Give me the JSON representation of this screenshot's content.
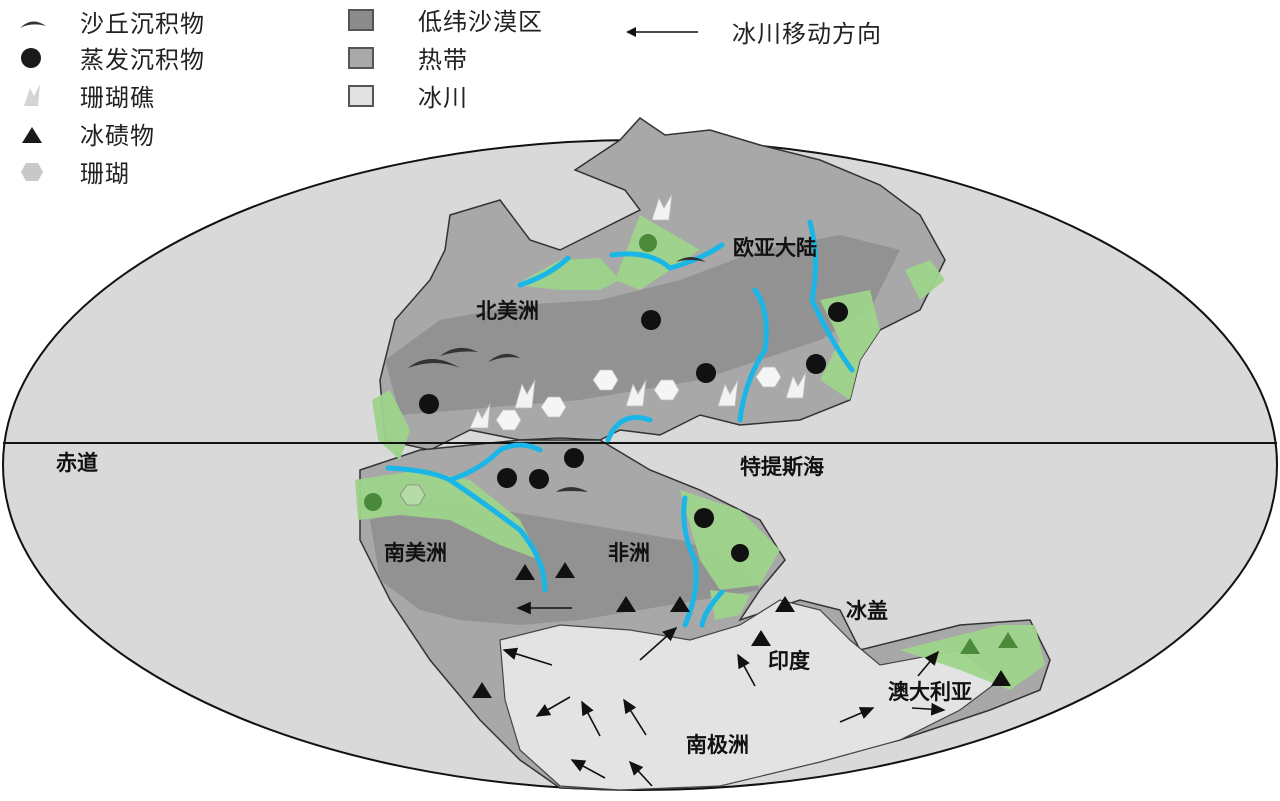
{
  "legend": {
    "symbols": [
      {
        "key": "dune",
        "label": "沙丘沉积物",
        "icon": "dune-icon",
        "color": "#333333"
      },
      {
        "key": "evap",
        "label": "蒸发沉积物",
        "icon": "dot-icon",
        "color": "#1a1a1a"
      },
      {
        "key": "reef",
        "label": "珊瑚礁",
        "icon": "reef-icon",
        "color": "#cfcfcf"
      },
      {
        "key": "till",
        "label": "冰碛物",
        "icon": "triangle-icon",
        "color": "#1a1a1a"
      },
      {
        "key": "coral",
        "label": "珊瑚",
        "icon": "hexagon-icon",
        "color": "#c8c8c8"
      }
    ],
    "zones": [
      {
        "key": "desert",
        "label": "低纬沙漠区",
        "color": "#8c8c8c"
      },
      {
        "key": "tropic",
        "label": "热带",
        "color": "#a9a9a9"
      },
      {
        "key": "glacier",
        "label": "冰川",
        "color": "#e2e2e2"
      }
    ],
    "arrow_label": "冰川移动方向"
  },
  "map_labels": {
    "equator": "赤道",
    "eurasia": "欧亚大陆",
    "north_america": "北美洲",
    "tethys": "特提斯海",
    "south_america": "南美洲",
    "africa": "非洲",
    "ice_cap": "冰盖",
    "india": "印度",
    "australia": "澳大利亚",
    "antarctica": "南极洲"
  },
  "colors": {
    "ocean": "#d9d9d9",
    "land": "#a6a6a6",
    "desert": "#8f8f8f",
    "glacier": "#e4e4e4",
    "coastal_green": "#9ed48a",
    "river": "#1ab6e8",
    "outline": "#222222"
  }
}
